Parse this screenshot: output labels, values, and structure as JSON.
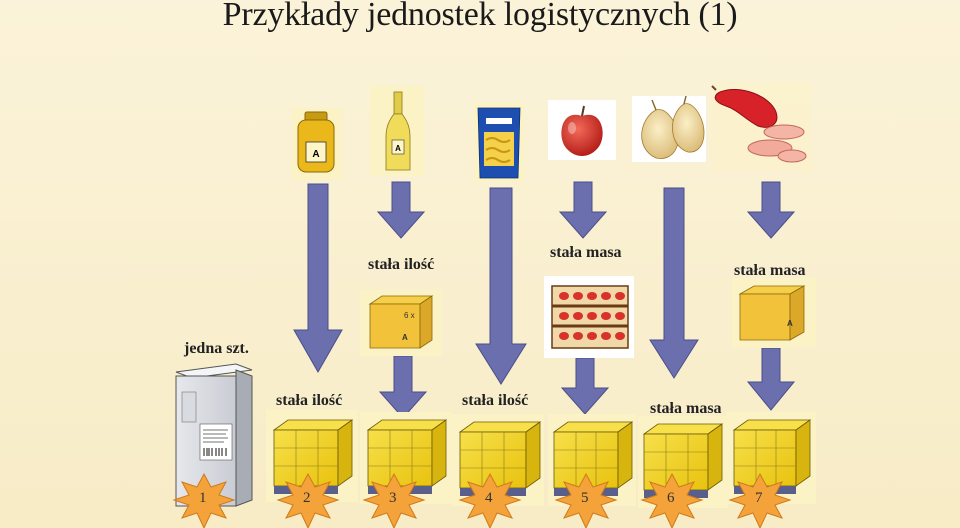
{
  "title": "Przykłady jednostek logistycznych (1)",
  "labels": {
    "jedna_szt": "jedna szt.",
    "stala_ilosc_top": "stała ilość",
    "stala_masa_top_mid": "stała masa",
    "stala_masa_top_right": "stała masa",
    "stala_ilosc_bottom_left": "stała ilość",
    "stala_ilosc_bottom_mid": "stała ilość",
    "stala_masa_bottom_right": "stała masa"
  },
  "units": [
    "1",
    "2",
    "3",
    "4",
    "5",
    "6",
    "7"
  ],
  "colors": {
    "arrow": "#6b6fae",
    "arrow_stroke": "#4a4e8a",
    "pallet_box": "#f2d21a",
    "star": "#f4a23a",
    "star_stroke": "#d07a1a",
    "carton": "#f2c23a"
  }
}
